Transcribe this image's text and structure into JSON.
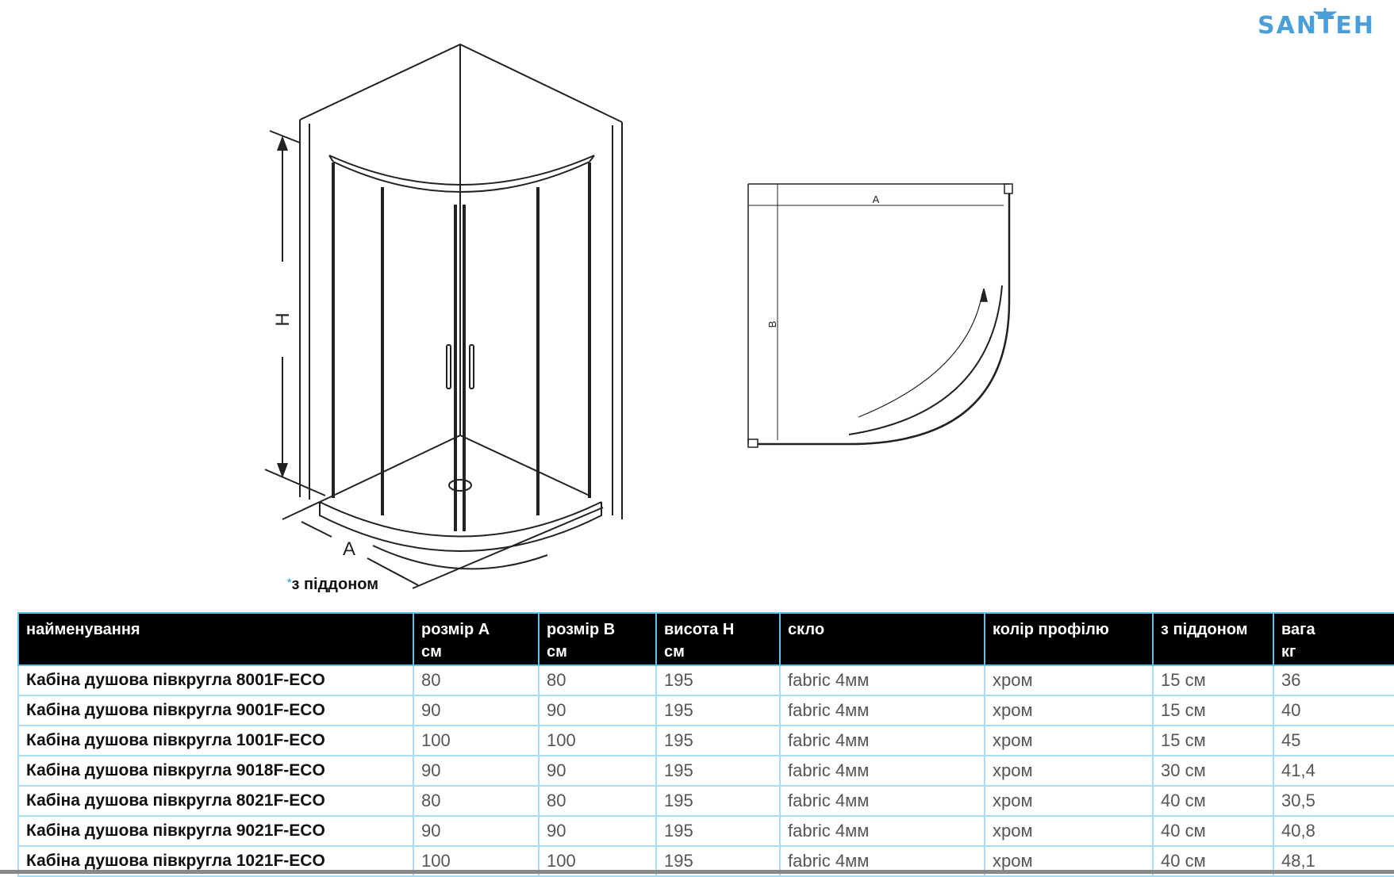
{
  "brand": {
    "logo_text": "SANTEH",
    "color": "#4a9fd8"
  },
  "diagram": {
    "label_h": "H",
    "label_a": "A",
    "plan_label_a": "A",
    "plan_label_b": "B",
    "note_star": "*",
    "note_text": "з піддоном"
  },
  "table": {
    "header_border_color": "#5cc0e8",
    "headers": [
      {
        "label": "найменування",
        "unit": ""
      },
      {
        "label": "розмір A",
        "unit": "см"
      },
      {
        "label": "розмір B",
        "unit": "см"
      },
      {
        "label": "висота H",
        "unit": "см"
      },
      {
        "label": "скло",
        "unit": ""
      },
      {
        "label": "колір профілю",
        "unit": ""
      },
      {
        "label": "з піддоном",
        "unit": ""
      },
      {
        "label": "вага",
        "unit": "кг"
      }
    ],
    "rows": [
      [
        "Кабіна душова півкругла 8001F-ECO",
        "80",
        "80",
        "195",
        "fabric 4мм",
        "хром",
        "15 см",
        "36"
      ],
      [
        "Кабіна душова півкругла 9001F-ECO",
        "90",
        "90",
        "195",
        "fabric 4мм",
        "хром",
        "15 см",
        "40"
      ],
      [
        "Кабіна душова півкругла 1001F-ECO",
        "100",
        "100",
        "195",
        "fabric 4мм",
        "хром",
        "15 см",
        "45"
      ],
      [
        "Кабіна душова півкругла 9018F-ECO",
        "90",
        "90",
        "195",
        "fabric 4мм",
        "хром",
        "30 см",
        "41,4"
      ],
      [
        "Кабіна душова півкругла 8021F-ECO",
        "80",
        "80",
        "195",
        "fabric 4мм",
        "хром",
        "40 см",
        "30,5"
      ],
      [
        "Кабіна душова півкругла 9021F-ECO",
        "90",
        "90",
        "195",
        "fabric 4мм",
        "хром",
        "40 см",
        "40,8"
      ],
      [
        "Кабіна душова півкругла 1021F-ECO",
        "100",
        "100",
        "195",
        "fabric 4мм",
        "хром",
        "40 см",
        "48,1"
      ]
    ]
  }
}
